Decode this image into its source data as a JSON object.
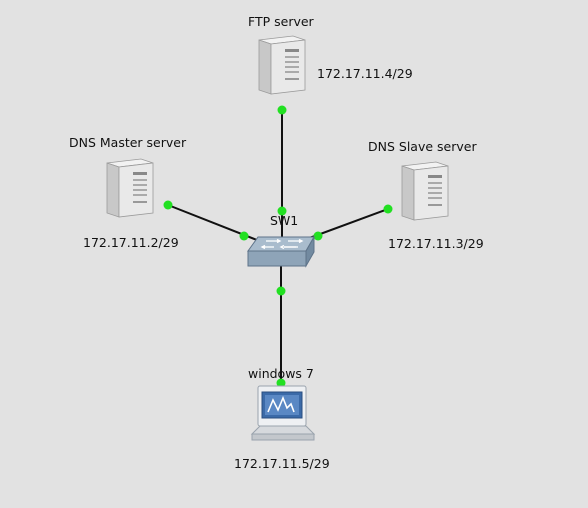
{
  "topology": {
    "switch": {
      "name": "SW1",
      "icon": "switch-icon"
    },
    "nodes": {
      "ftp": {
        "name": "FTP server",
        "ip": "172.17.11.4/29",
        "icon": "server-tower-icon"
      },
      "dns_master": {
        "name": "DNS Master server",
        "ip": "172.17.11.2/29",
        "icon": "server-tower-icon"
      },
      "dns_slave": {
        "name": "DNS Slave server",
        "ip": "172.17.11.3/29",
        "icon": "server-tower-icon"
      },
      "win7": {
        "name": "windows 7",
        "ip": "172.17.11.5/29",
        "icon": "laptop-icon"
      }
    },
    "link_status_color": "#22e022",
    "link_color": "#111111"
  }
}
